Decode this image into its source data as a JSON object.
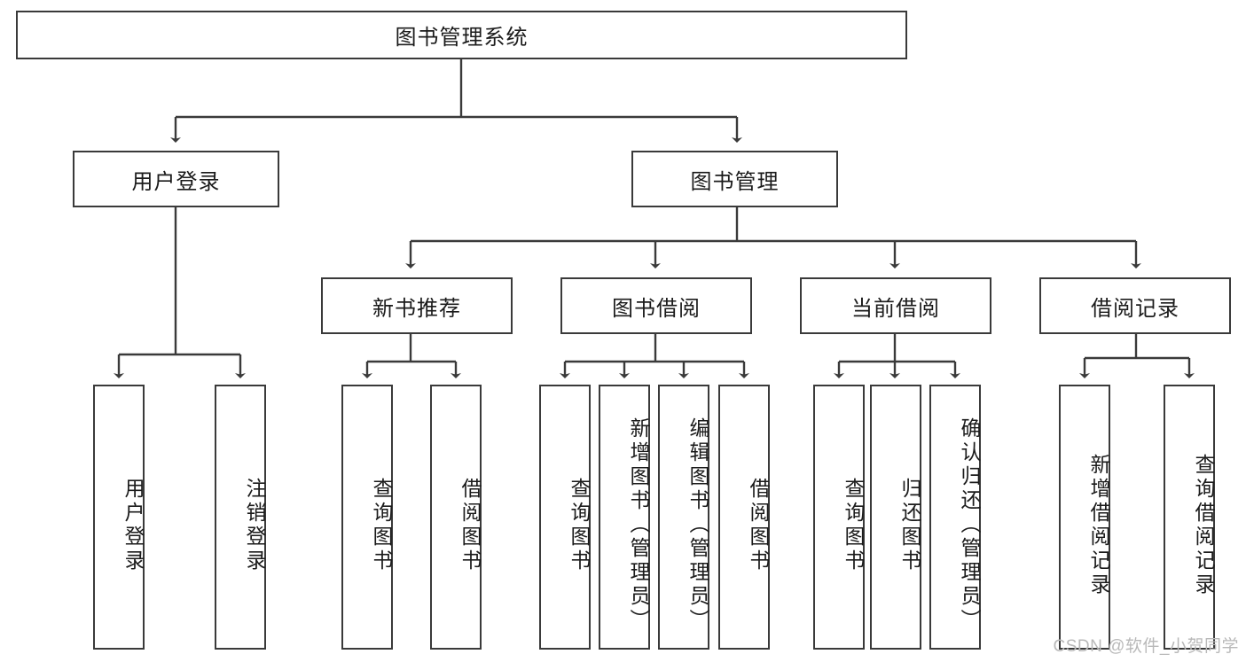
{
  "diagram": {
    "type": "tree",
    "title": "图书管理系统",
    "root": {
      "label": "图书管理系统"
    },
    "level2": [
      {
        "label": "用户登录"
      },
      {
        "label": "图书管理"
      }
    ],
    "level3": [
      {
        "label": "新书推荐"
      },
      {
        "label": "图书借阅"
      },
      {
        "label": "当前借阅"
      },
      {
        "label": "借阅记录"
      }
    ],
    "leaves": {
      "user_login": [
        {
          "label": "用户登录"
        },
        {
          "label": "注销登录"
        }
      ],
      "new_book_recommend": [
        {
          "label": "查询图书"
        },
        {
          "label": "借阅图书"
        }
      ],
      "book_borrow": [
        {
          "label": "查询图书"
        },
        {
          "label": "新增图书（管理员）"
        },
        {
          "label": "编辑图书（管理员）"
        },
        {
          "label": "借阅图书"
        }
      ],
      "current_borrow": [
        {
          "label": "查询图书"
        },
        {
          "label": "归还图书"
        },
        {
          "label": "确认归还（管理员）"
        }
      ],
      "borrow_record": [
        {
          "label": "新增借阅记录"
        },
        {
          "label": "查询借阅记录"
        }
      ]
    }
  },
  "watermark": {
    "text": "CSDN @软件_小贺同学"
  },
  "colors": {
    "border": "#3a3a3a",
    "text": "#1b1b1b",
    "background": "#ffffff",
    "watermark": "#b9b9b9"
  }
}
